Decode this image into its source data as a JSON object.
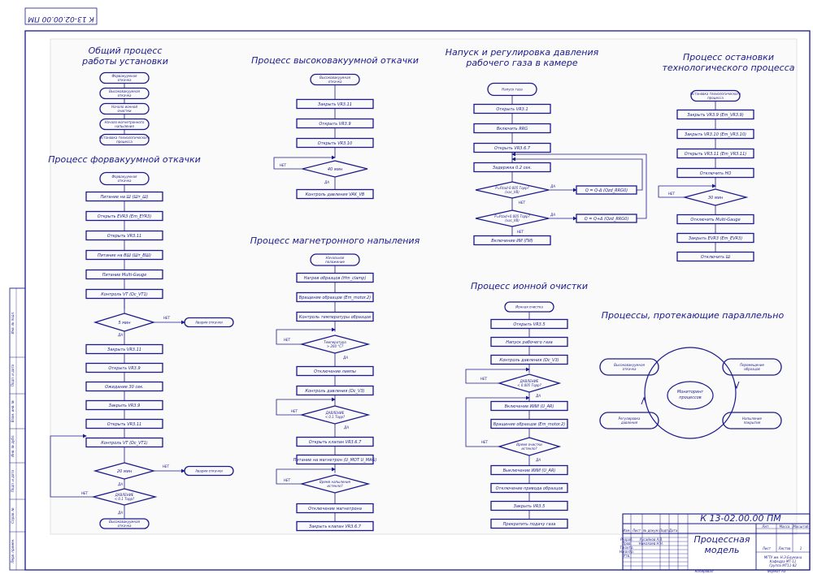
{
  "stamp_top": "К 13-02.00.00 ПМ",
  "stamp_title_code": "К 13-02.00.00 ПМ",
  "stamp_doc_name": [
    "Процессная",
    "модель"
  ],
  "stamp_labels": {
    "col_stage": "Лит.",
    "col_mass": "Масса",
    "col_scale": "Масштаб",
    "sheet": "Лист",
    "sheets": "Листов",
    "sheets_val": "1",
    "copied": "Копировал",
    "format": "Формат",
    "format_val": "A3",
    "org": "МГТУ им. Н.Э.Баумана\nКафедра МТ-11\nГруппа МТ11-82",
    "rows": [
      "Изм.",
      "Лист",
      "№ докум.",
      "Подп.",
      "Дата",
      "Разраб.",
      "Пров.",
      "Т.контр.",
      "Н.контр.",
      "Утв."
    ],
    "names": [
      "Хусайнов А.В.",
      "Николаев Н.Н."
    ]
  },
  "side_labels": [
    "Инв. № подл.",
    "Подп. и дата",
    "Взам. инв. №",
    "Инв. № дубл.",
    "Подп. и дата",
    "Справ. №",
    "Перв. примен."
  ],
  "general": {
    "title": [
      "Общий процесс",
      "работы установки"
    ],
    "steps": [
      "Форвакуумная откачка",
      "Высоковакуумная откачка",
      "Начало ионной очистки",
      "Начало магнетронного напыления",
      "Остановка технологического процесса"
    ]
  },
  "fore": {
    "title": "Процесс форвакуумной откачки",
    "start": "Форвакуумная откачка",
    "steps": [
      "Питание на Ш (Шт_Ш)",
      "Открыть EVR3 (Em_EYR3)",
      "Открыть VR3.11",
      "Питание на ВШ (Шт_ВШ)",
      "Питание Multi-Gauge",
      "Контроль VT (Dc_VT1)"
    ],
    "cond1": "5 мин",
    "alarm1": "Авария откачки",
    "steps2": [
      "Закрыть VR3.11",
      "Открыть VR3.9",
      "Ожидание 30 сек.",
      "Закрыть VR3.9",
      "Открыть VR3.11",
      "Контроль VT (Dc_VT1)"
    ],
    "cond2": "20 мин",
    "alarm2": "Авария откачки",
    "cond3": [
      "ДАВЛЕНИЕ",
      "< 0.1 Торр?"
    ],
    "end": "Высоковакуумная откачка"
  },
  "hv": {
    "title": "Процесс высоковакуумной откачки",
    "start": "Высоковакуумная откачка",
    "steps": [
      "Закрыть VR3.11",
      "Открыть VR3.9",
      "Открыть VR3.10"
    ],
    "cond": "40 мин",
    "end": "Контроль давления VAK_VB"
  },
  "mag": {
    "title": "Процесс магнетронного напыления",
    "start": "Начальное положение",
    "steps": [
      "Нагрев образцов (Hm_clamp)",
      "Вращение образцов (Em_motor.2)",
      "Контроль температуры образцов"
    ],
    "cond1": [
      "Температура",
      "> 200 °C?"
    ],
    "steps2": [
      "Отключение лампы",
      "Контроль давления (Dc_V3)"
    ],
    "cond2": [
      "ДАВЛЕНИЕ",
      "< 0.1 Торр?"
    ],
    "steps3": [
      "Открыть клапан VR3.6.7",
      "Питание на магнетрон (U_MOT U_MAG)"
    ],
    "cond3": [
      "Время напыления",
      "истекло?"
    ],
    "steps4": [
      "Отключение магнетрона",
      "Закрыть клапан VR3.6.7"
    ]
  },
  "gas": {
    "title": [
      "Напуск и регулировка давления",
      "рабочего газа в камере"
    ],
    "start": "Напуск газа",
    "steps": [
      "Открыть VR3.1",
      "Включить RRG",
      "Открыть VR3.6.7",
      "Задержка 0.2 сек."
    ],
    "cond1": [
      "P=Pzad-0.005 Торр?",
      "(vac_VB)"
    ],
    "act1": "Q = Q-Δ (Qzd_RRG0)",
    "cond2": [
      "P=Pzad+0.005 Торр?",
      "(vac_VB)"
    ],
    "act2": "Q = Q+Δ (Qzd_RRG0)",
    "end": "Включение ИИ (ПИ)"
  },
  "ion": {
    "title": "Процесс ионной очистки",
    "start": "Ионная очистка",
    "steps": [
      "Открыть VR3.5",
      "Напуск рабочего газа",
      "Контроль давления (Dc_V3)"
    ],
    "cond1": [
      "ДАВЛЕНИЕ",
      "< 0.005 Торр?"
    ],
    "steps2": [
      "Включение ИИИ (U_AR)",
      "Вращение образцов (Em_motor.2)"
    ],
    "cond2": [
      "Время очистки",
      "истекло?"
    ],
    "steps3": [
      "Выключение ИИИ (U_AR)",
      "Отключение привода образцов",
      "Закрыть VR3.5",
      "Прекратить подачу газа"
    ]
  },
  "stop": {
    "title": [
      "Процесс остановки",
      "технологического процесса"
    ],
    "start": "Остановка технологического процесса",
    "steps": [
      "Закрыть VR3.9 (Em_VR3.9)",
      "Закрыть VR3.10 (Em_VR3.10)",
      "Открыть VR3.11 (Em_VR3.11)",
      "Отключить НО"
    ],
    "cond": "30 мин",
    "steps2": [
      "Отключить Multi-Gauge",
      "Закрыть EVR3 (Em_EVR3)",
      "Отключить Ш"
    ]
  },
  "parallel": {
    "title": "Процессы, протекающие параллельно",
    "center": [
      "Мониторинг",
      "процессов"
    ],
    "nodes": [
      "Высоковакуумная откачка",
      "Перемещение образцов",
      "Напыление покрытия",
      "Регулировка давления"
    ]
  },
  "labels": {
    "yes": "ДА",
    "no": "НЕТ"
  }
}
